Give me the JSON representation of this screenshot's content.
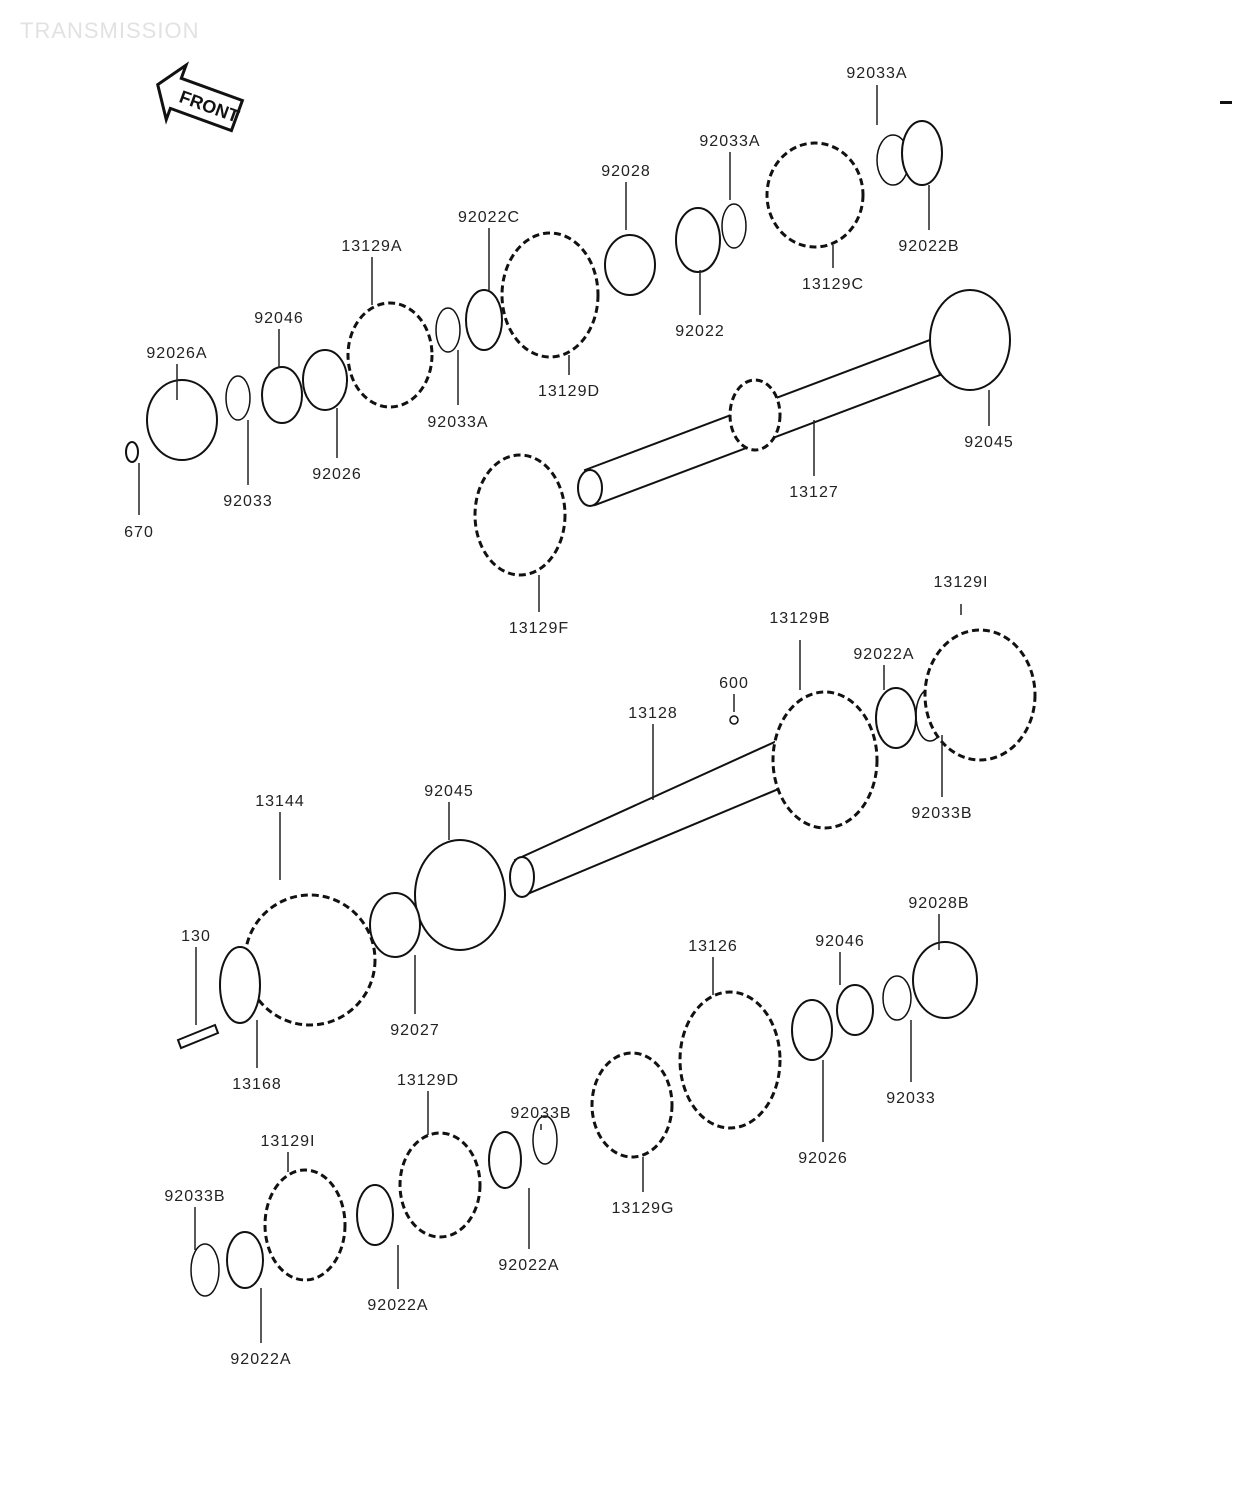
{
  "title": "TRANSMISSION",
  "front_arrow_label": "FRONT",
  "labels": [
    {
      "id": "l1",
      "text": "92033A"
    },
    {
      "id": "l2",
      "text": "92033A"
    },
    {
      "id": "l3",
      "text": "92028"
    },
    {
      "id": "l4",
      "text": "92022C"
    },
    {
      "id": "l5",
      "text": "13129A"
    },
    {
      "id": "l6",
      "text": "92046"
    },
    {
      "id": "l7",
      "text": "92026A"
    },
    {
      "id": "l8",
      "text": "92033"
    },
    {
      "id": "l9",
      "text": "92026"
    },
    {
      "id": "l10",
      "text": "670"
    },
    {
      "id": "l11",
      "text": "92033A"
    },
    {
      "id": "l12",
      "text": "13129D"
    },
    {
      "id": "l13",
      "text": "92022"
    },
    {
      "id": "l14",
      "text": "13129C"
    },
    {
      "id": "l15",
      "text": "92022B"
    },
    {
      "id": "l16",
      "text": "92045"
    },
    {
      "id": "l17",
      "text": "13127"
    },
    {
      "id": "l18",
      "text": "13129F"
    },
    {
      "id": "l19",
      "text": "13129I"
    },
    {
      "id": "l20",
      "text": "13129B"
    },
    {
      "id": "l21",
      "text": "92022A"
    },
    {
      "id": "l22",
      "text": "600"
    },
    {
      "id": "l23",
      "text": "13128"
    },
    {
      "id": "l24",
      "text": "92033B"
    },
    {
      "id": "l25",
      "text": "13144"
    },
    {
      "id": "l26",
      "text": "92045"
    },
    {
      "id": "l27",
      "text": "92028B"
    },
    {
      "id": "l28",
      "text": "130"
    },
    {
      "id": "l29",
      "text": "92027"
    },
    {
      "id": "l30",
      "text": "13168"
    },
    {
      "id": "l31",
      "text": "13126"
    },
    {
      "id": "l32",
      "text": "92046"
    },
    {
      "id": "l33",
      "text": "92033B"
    },
    {
      "id": "l34",
      "text": "13129D"
    },
    {
      "id": "l35",
      "text": "92033"
    },
    {
      "id": "l36",
      "text": "92026"
    },
    {
      "id": "l37",
      "text": "13129G"
    },
    {
      "id": "l38",
      "text": "13129I"
    },
    {
      "id": "l39",
      "text": "92033B"
    },
    {
      "id": "l40",
      "text": "92022A"
    },
    {
      "id": "l41",
      "text": "92022A"
    },
    {
      "id": "l42",
      "text": "92022A"
    }
  ]
}
